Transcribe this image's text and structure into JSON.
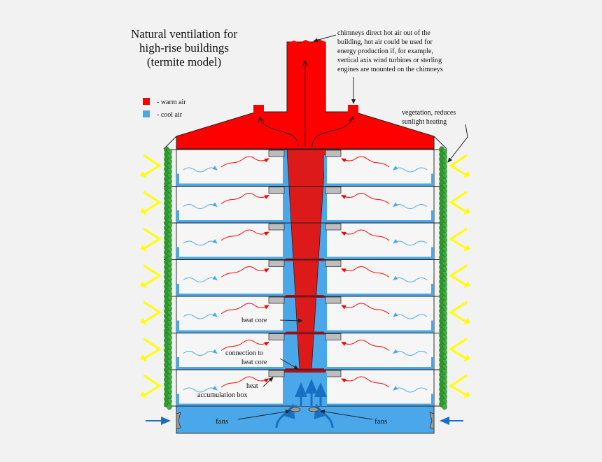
{
  "title": {
    "line1": "Natural ventilation for",
    "line2": "high-rise buildings",
    "line3": "(termite model)"
  },
  "legend": {
    "warm": {
      "label": "- warm air",
      "color": "#ff0000"
    },
    "cool": {
      "label": "- cool air",
      "color": "#4aa8ea"
    }
  },
  "annotations": {
    "chimney": [
      "chimneys direct hot air out of the",
      "building, hot air could be used for",
      "energy production if, for example,",
      "vertical axis wind turbines or sterling",
      "engines are mounted on the chimneys"
    ],
    "vegetation": [
      "vegetation, reduces",
      "sunlight heating"
    ],
    "heat_core": "heat core",
    "connection": [
      "connection to",
      "heat core"
    ],
    "accumulation": [
      "heat",
      "accumulation box"
    ],
    "fans_left": "fans",
    "fans_right": "fans"
  },
  "colors": {
    "warm_air": "#ff0000",
    "core": "#dd1a1a",
    "cool_air": "#4aa8ea",
    "sun_rays": "#ffff00",
    "vegetation": "#2e9a2e",
    "arrow_blue": "#1a6fc2"
  },
  "floors": 7
}
